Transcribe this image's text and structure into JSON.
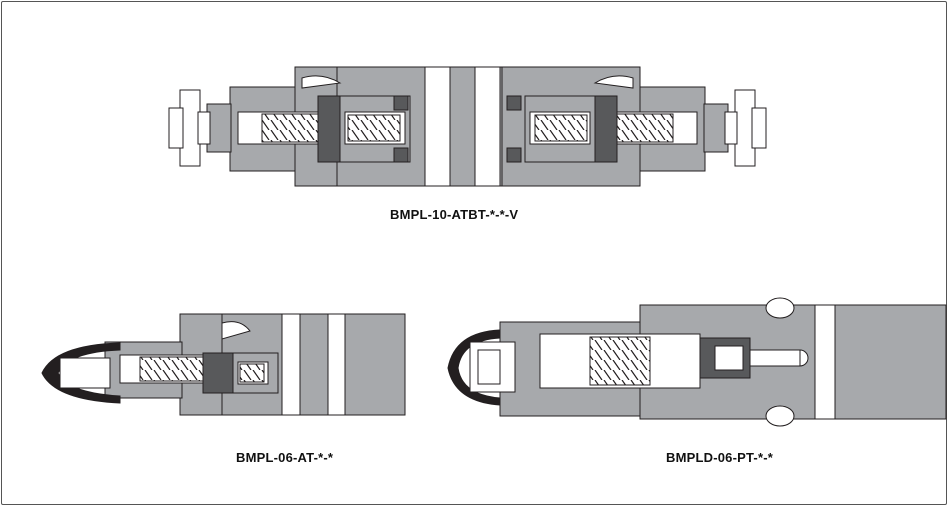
{
  "captions": {
    "top": "BMPL-10-ATBT-*-*-V",
    "bottom_left": "BMPL-06-AT-*-*",
    "bottom_right": "BMPLD-06-PT-*-*"
  },
  "colors": {
    "body": "#a7a9ac",
    "dark": "#58595b",
    "line": "#231f20",
    "void": "#ffffff"
  }
}
